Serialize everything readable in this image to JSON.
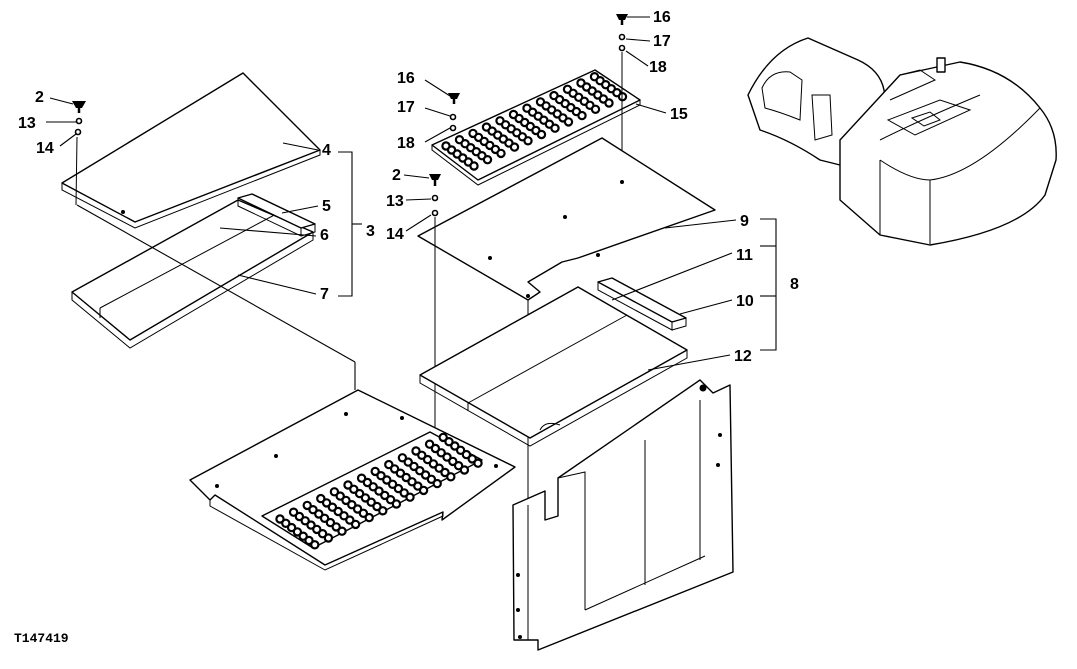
{
  "figure_id": "T147419",
  "callouts": {
    "c2a": "2",
    "c13a": "13",
    "c14a": "14",
    "c4": "4",
    "c5": "5",
    "c3": "3",
    "c6": "6",
    "c7": "7",
    "c16a": "16",
    "c17a": "17",
    "c18a": "18",
    "c16b": "16",
    "c17b": "17",
    "c18b": "18",
    "c15": "15",
    "c2b": "2",
    "c13b": "13",
    "c14b": "14",
    "c9": "9",
    "c11": "11",
    "c8": "8",
    "c10": "10",
    "c12": "12"
  },
  "colors": {
    "line": "#000000",
    "background": "#ffffff"
  }
}
